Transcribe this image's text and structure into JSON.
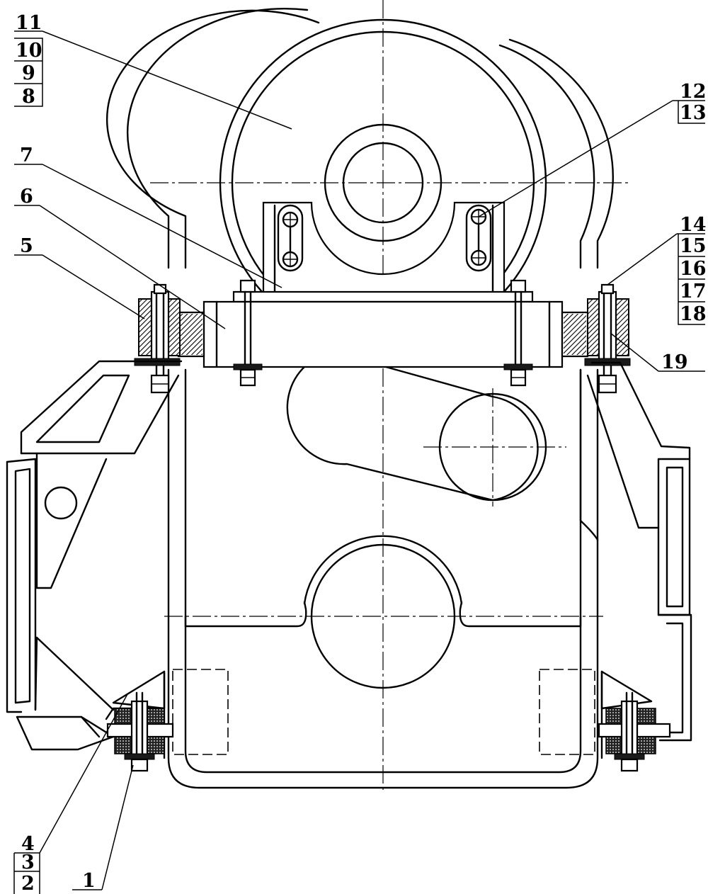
{
  "labels": {
    "l1": "1",
    "l2": "2",
    "l3": "3",
    "l4": "4",
    "l5": "5",
    "l6": "6",
    "l7": "7",
    "l8": "8",
    "l9": "9",
    "l10": "10",
    "l11": "11",
    "l12": "12",
    "l13": "13",
    "l14": "14",
    "l15": "15",
    "l16": "16",
    "l17": "17",
    "l18": "18",
    "l19": "19"
  }
}
